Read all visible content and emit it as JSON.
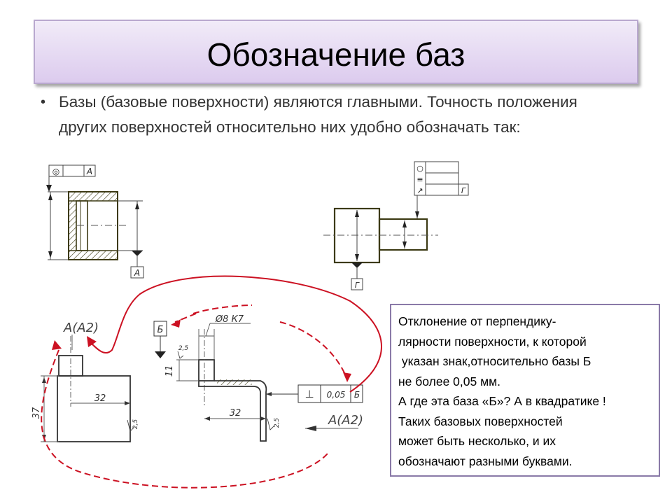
{
  "title": "Обозначение баз",
  "bullet": {
    "symbol": "•",
    "text": "Базы (базовые поверхности) являются главными. Точность положения других поверхностей относительно них удобно обозначать так:"
  },
  "drawing": {
    "fig1": {
      "frame_symbol": "◎",
      "frame_base": "А",
      "base_label": "А"
    },
    "fig2": {
      "frame_symbols": [
        "○",
        "≡",
        "↗"
      ],
      "frame_base": "Г",
      "base_label": "Г"
    },
    "fig3": {
      "label_a_left": "А(А2)",
      "label_a_right": "А(А2)",
      "base_b": "Б",
      "diameter": "Ø8 К7",
      "dim_32_left": "32",
      "dim_37": "37",
      "dim_11": "11",
      "dim_32_right": "32",
      "rough_25": "2,5",
      "frame_symbol": "⊥",
      "frame_value": "0,05",
      "frame_base": "Б"
    }
  },
  "colors": {
    "title_bg_top": "#f1ebf8",
    "title_bg_bottom": "#dccbee",
    "part_outline": "#3c3a14",
    "red_arrow": "#cc1122",
    "note_border": "#8a7aa8"
  },
  "note": {
    "lines": [
      "Отклонение от перпендику-",
      "лярности поверхности, к которой",
      " указан знак,относительно базы Б",
      "не более 0,05 мм.",
      "А где эта база «Б»? А в квадратике !",
      "Таких базовых поверхностей",
      "может быть несколько, и их",
      "обозначают разными буквами."
    ]
  }
}
